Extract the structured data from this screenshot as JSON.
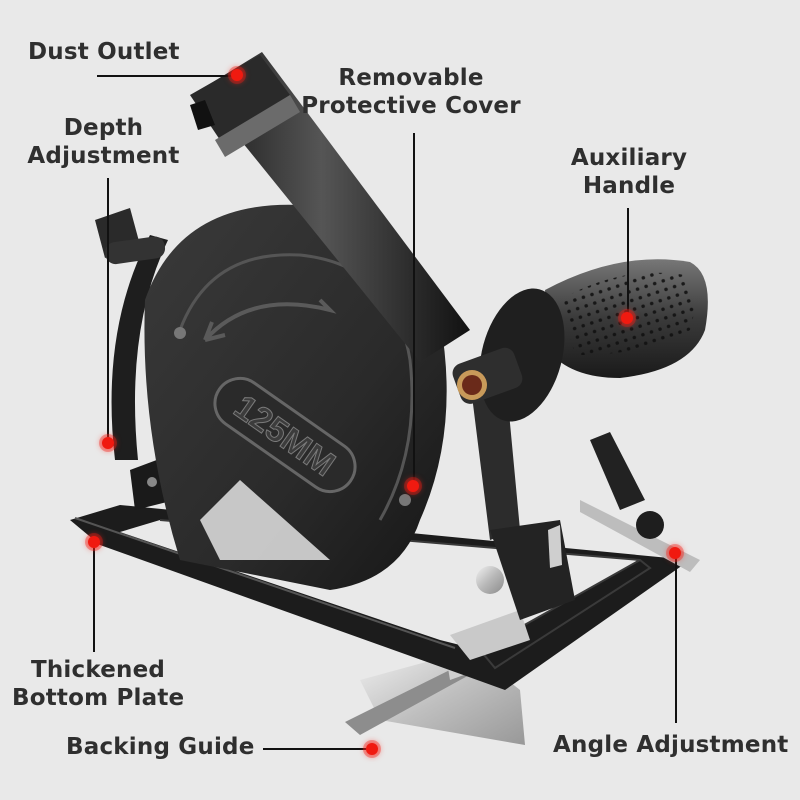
{
  "background_color": "#e9e9e9",
  "accent_color": "#f01a10",
  "text_color": "#2f2f2f",
  "product": {
    "type": "angle grinder cutting stand",
    "guard_marking": "125MM"
  },
  "callouts": [
    {
      "id": "dust-outlet",
      "lines": [
        "Dust Outlet"
      ]
    },
    {
      "id": "removable-protective-cover",
      "lines": [
        "Removable",
        "Protective Cover"
      ]
    },
    {
      "id": "depth-adjustment",
      "lines": [
        "Depth",
        "Adjustment"
      ]
    },
    {
      "id": "auxiliary-handle",
      "lines": [
        "Auxiliary",
        "Handle"
      ]
    },
    {
      "id": "thickened-bottom-plate",
      "lines": [
        "Thickened",
        "Bottom Plate"
      ]
    },
    {
      "id": "backing-guide",
      "lines": [
        "Backing Guide"
      ]
    },
    {
      "id": "angle-adjustment",
      "lines": [
        "Angle Adjustment"
      ]
    }
  ]
}
